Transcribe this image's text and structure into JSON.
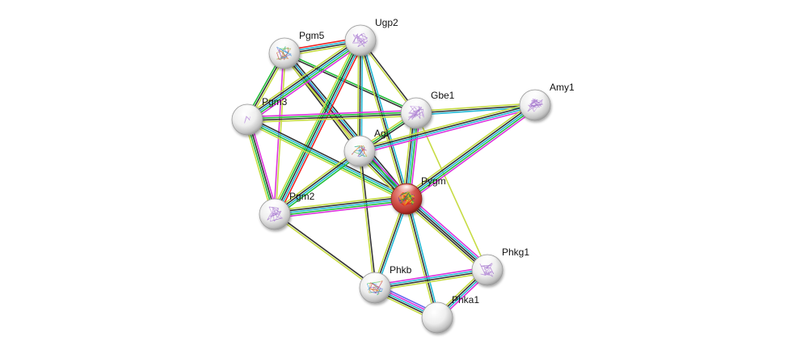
{
  "diagram": {
    "type": "protein-interaction-network",
    "edge_colors": {
      "black": "#333333",
      "yellowgreen": "#c7dc44",
      "cyan": "#22b9d6",
      "green": "#22c03a",
      "magenta": "#dd33dd",
      "red": "#ee2222",
      "blue": "#6666ee"
    },
    "nodes": [
      {
        "id": "Pgm5",
        "label": "Pgm5",
        "color": "#ffffff",
        "structure": "multi"
      },
      {
        "id": "Ugp2",
        "label": "Ugp2",
        "color": "#ffffff",
        "structure": "purple"
      },
      {
        "id": "Pgm3",
        "label": "Pgm3",
        "color": "#ffffff",
        "structure": "purple-small"
      },
      {
        "id": "Gbe1",
        "label": "Gbe1",
        "color": "#ffffff",
        "structure": "purple"
      },
      {
        "id": "Amy1",
        "label": "Amy1",
        "color": "#ffffff",
        "structure": "purple"
      },
      {
        "id": "Agl",
        "label": "Agl",
        "color": "#ffffff",
        "structure": "multi"
      },
      {
        "id": "Pygm",
        "label": "Pygm",
        "color": "#d23a3a",
        "structure": "red"
      },
      {
        "id": "Pgm2",
        "label": "Pgm2",
        "color": "#ffffff",
        "structure": "purple"
      },
      {
        "id": "Phkg1",
        "label": "Phkg1",
        "color": "#ffffff",
        "structure": "purple"
      },
      {
        "id": "Phkb",
        "label": "Phkb",
        "color": "#ffffff",
        "structure": "multi"
      },
      {
        "id": "Phka1",
        "label": "Phka1",
        "color": "#ffffff",
        "structure": "none"
      }
    ],
    "edges": [
      {
        "source": "Pgm5",
        "target": "Ugp2",
        "types": [
          "red",
          "cyan",
          "black",
          "yellowgreen"
        ]
      },
      {
        "source": "Pgm5",
        "target": "Pgm3",
        "types": [
          "yellowgreen",
          "black",
          "green"
        ]
      },
      {
        "source": "Pgm5",
        "target": "Gbe1",
        "types": [
          "green",
          "black"
        ]
      },
      {
        "source": "Pgm5",
        "target": "Agl",
        "types": [
          "magenta",
          "yellowgreen",
          "black"
        ]
      },
      {
        "source": "Pgm5",
        "target": "Pygm",
        "types": [
          "black",
          "cyan",
          "black",
          "yellowgreen"
        ]
      },
      {
        "source": "Pgm5",
        "target": "Pgm2",
        "types": [
          "yellowgreen",
          "magenta"
        ]
      },
      {
        "source": "Ugp2",
        "target": "Pgm3",
        "types": [
          "magenta",
          "green",
          "cyan",
          "black",
          "yellowgreen"
        ]
      },
      {
        "source": "Ugp2",
        "target": "Gbe1",
        "types": [
          "black",
          "yellowgreen"
        ]
      },
      {
        "source": "Ugp2",
        "target": "Agl",
        "types": [
          "cyan",
          "black",
          "yellowgreen"
        ]
      },
      {
        "source": "Ugp2",
        "target": "Pygm",
        "types": [
          "cyan",
          "black",
          "yellowgreen"
        ]
      },
      {
        "source": "Ugp2",
        "target": "Pgm2",
        "types": [
          "red",
          "cyan",
          "black",
          "green",
          "yellowgreen"
        ]
      },
      {
        "source": "Pgm3",
        "target": "Gbe1",
        "types": [
          "magenta",
          "green",
          "black",
          "yellowgreen"
        ]
      },
      {
        "source": "Pgm3",
        "target": "Pygm",
        "types": [
          "black",
          "cyan",
          "green",
          "yellowgreen"
        ]
      },
      {
        "source": "Pgm3",
        "target": "Pgm2",
        "types": [
          "magenta",
          "black",
          "green",
          "yellowgreen"
        ]
      },
      {
        "source": "Gbe1",
        "target": "Amy1",
        "types": [
          "yellowgreen",
          "black",
          "cyan"
        ]
      },
      {
        "source": "Gbe1",
        "target": "Agl",
        "types": [
          "black",
          "green",
          "yellowgreen"
        ]
      },
      {
        "source": "Gbe1",
        "target": "Pygm",
        "types": [
          "magenta",
          "green",
          "cyan",
          "black",
          "yellowgreen"
        ]
      },
      {
        "source": "Gbe1",
        "target": "Phkg1",
        "types": [
          "yellowgreen"
        ]
      },
      {
        "source": "Amy1",
        "target": "Agl",
        "types": [
          "magenta",
          "cyan",
          "black",
          "yellowgreen"
        ]
      },
      {
        "source": "Amy1",
        "target": "Pygm",
        "types": [
          "magenta",
          "green",
          "cyan",
          "black",
          "yellowgreen"
        ]
      },
      {
        "source": "Agl",
        "target": "Pygm",
        "types": [
          "magenta",
          "green",
          "cyan",
          "black",
          "yellowgreen"
        ]
      },
      {
        "source": "Agl",
        "target": "Pgm2",
        "types": [
          "green",
          "cyan",
          "black",
          "yellowgreen"
        ]
      },
      {
        "source": "Agl",
        "target": "Phkb",
        "types": [
          "black",
          "yellowgreen"
        ]
      },
      {
        "source": "Pygm",
        "target": "Pgm2",
        "types": [
          "magenta",
          "green",
          "cyan",
          "black",
          "yellowgreen"
        ]
      },
      {
        "source": "Pygm",
        "target": "Phkg1",
        "types": [
          "magenta",
          "cyan",
          "black",
          "black",
          "yellowgreen"
        ]
      },
      {
        "source": "Pygm",
        "target": "Phkb",
        "types": [
          "cyan",
          "black",
          "yellowgreen"
        ]
      },
      {
        "source": "Pygm",
        "target": "Phka1",
        "types": [
          "cyan",
          "black",
          "yellowgreen"
        ]
      },
      {
        "source": "Pgm2",
        "target": "Phkb",
        "types": [
          "black",
          "yellowgreen"
        ]
      },
      {
        "source": "Phkb",
        "target": "Phkg1",
        "types": [
          "magenta",
          "cyan",
          "black",
          "yellowgreen"
        ]
      },
      {
        "source": "Phkb",
        "target": "Phka1",
        "types": [
          "blue",
          "magenta",
          "cyan",
          "black",
          "yellowgreen"
        ]
      },
      {
        "source": "Phkg1",
        "target": "Phka1",
        "types": [
          "magenta",
          "cyan",
          "black",
          "yellowgreen"
        ]
      }
    ]
  }
}
